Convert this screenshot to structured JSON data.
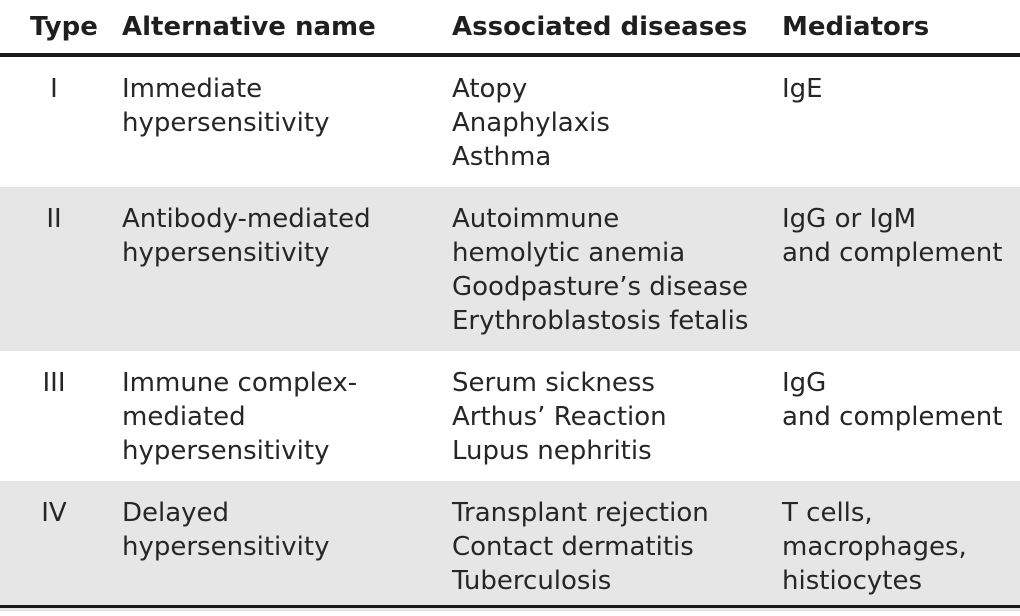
{
  "headers": {
    "type": "Type",
    "alternative_name": "Alternative name",
    "associated_diseases": "Associated diseases",
    "mediators": "Mediators"
  },
  "rows": [
    {
      "type": "I",
      "alternative_name": [
        "Immediate",
        "hypersensitivity"
      ],
      "associated_diseases": [
        "Atopy",
        "Anaphylaxis",
        "Asthma"
      ],
      "mediators": [
        "IgE"
      ]
    },
    {
      "type": "II",
      "alternative_name": [
        "Antibody-mediated",
        "hypersensitivity"
      ],
      "associated_diseases": [
        "Autoimmune",
        "hemolytic anemia",
        "Goodpasture’s  disease",
        "Erythroblastosis fetalis"
      ],
      "mediators": [
        "IgG or IgM",
        "and complement"
      ]
    },
    {
      "type": "III",
      "alternative_name": [
        "Immune complex-",
        "mediated",
        "hypersensitivity"
      ],
      "associated_diseases": [
        "Serum sickness",
        "Arthus’ Reaction",
        "Lupus nephritis"
      ],
      "mediators": [
        "IgG",
        "and complement"
      ]
    },
    {
      "type": "IV",
      "alternative_name": [
        "Delayed",
        "hypersensitivity"
      ],
      "associated_diseases": [
        "Transplant rejection",
        "Contact dermatitis",
        "Tuberculosis"
      ],
      "mediators": [
        "T cells,",
        "macrophages,",
        "histiocytes"
      ]
    }
  ],
  "colors": {
    "row_shade": "#e6e6e6",
    "rule": "#1a1a1a"
  }
}
